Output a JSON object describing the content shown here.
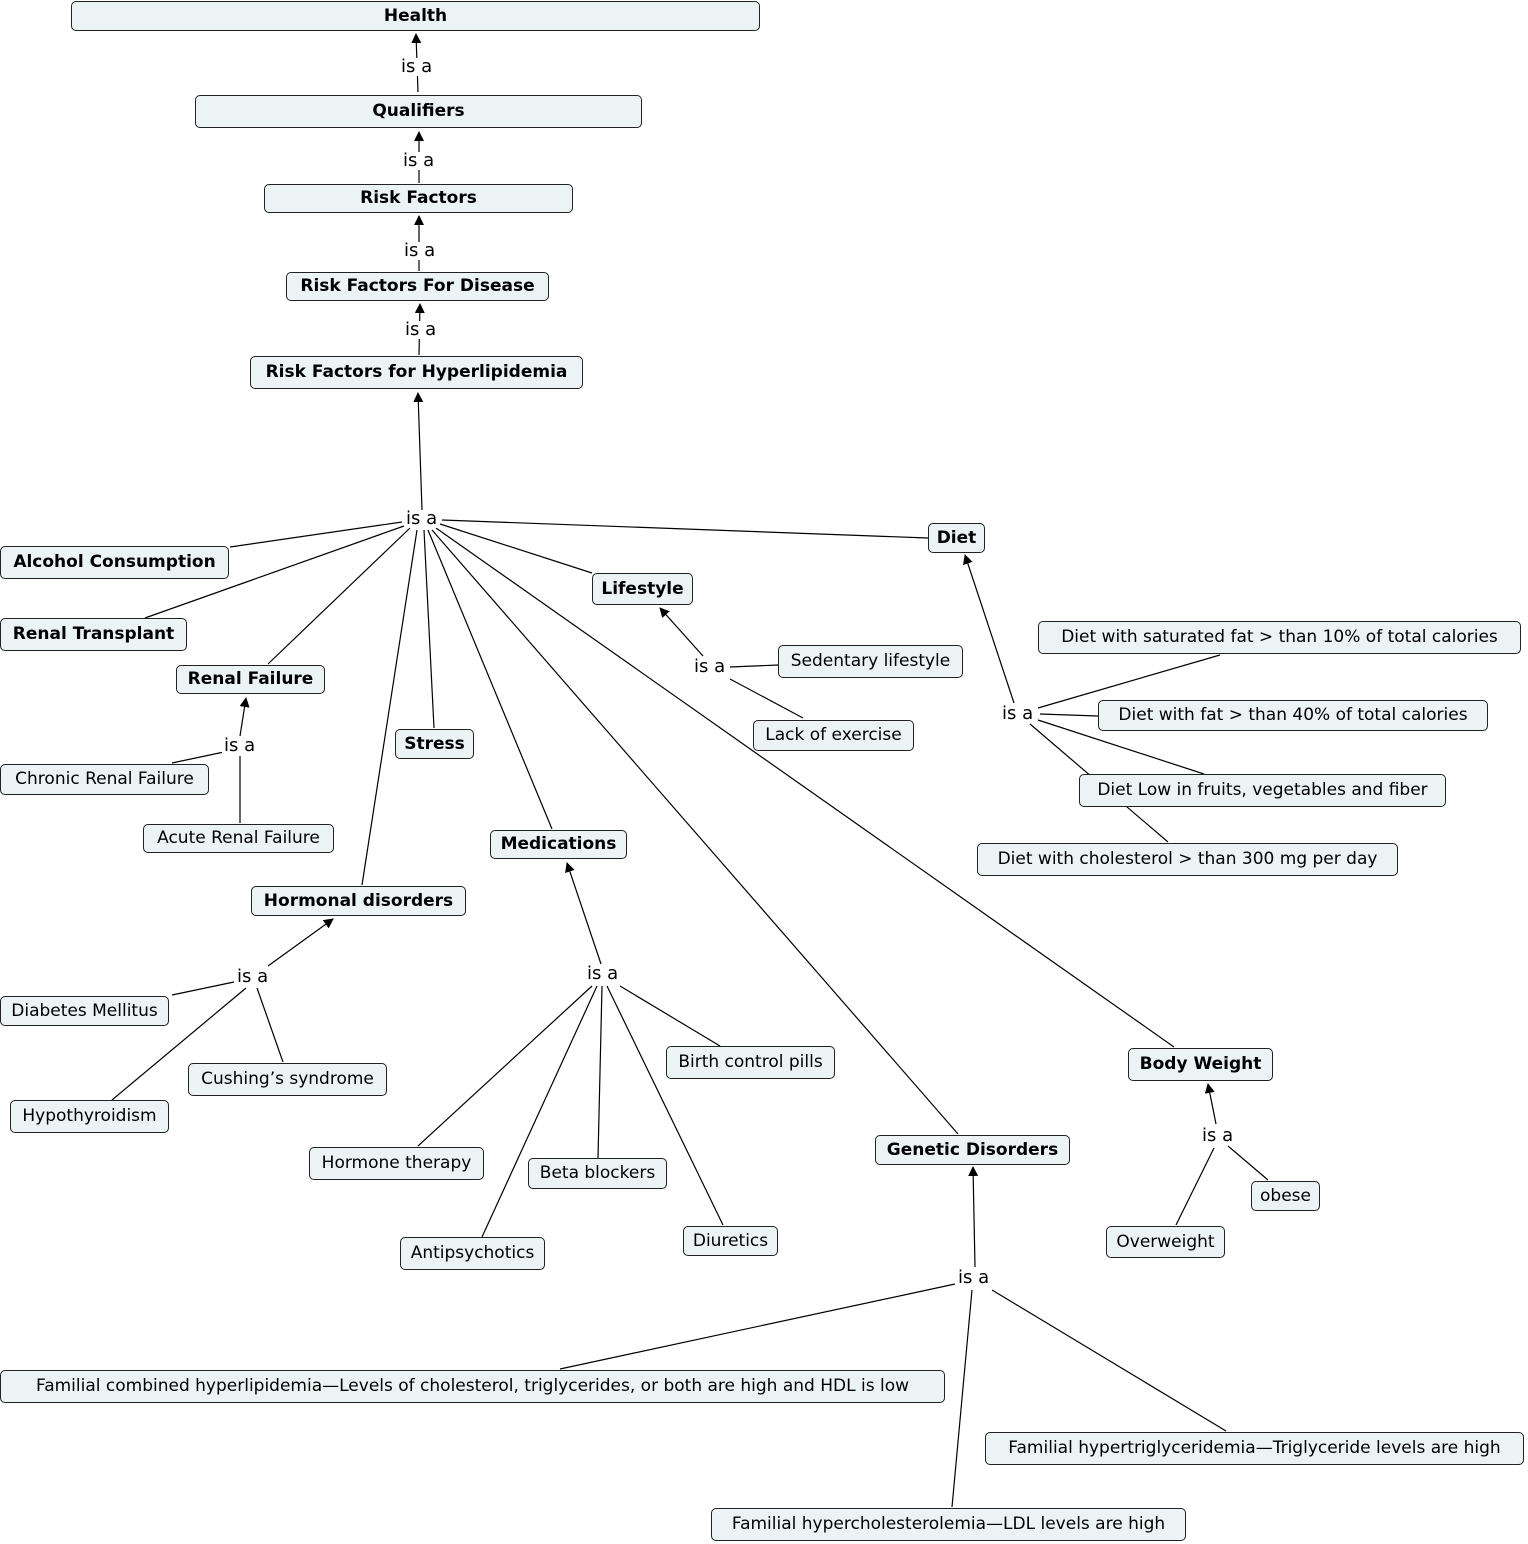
{
  "link_label": "is a",
  "colors": {
    "node_fill": "#ebf3f5",
    "node_border": "#222222",
    "line": "#000000"
  },
  "nodes": {
    "health": "Health",
    "qualifiers": "Qualifiers",
    "risk_factors": "Risk Factors",
    "risk_factors_disease": "Risk Factors For Disease",
    "risk_factors_hyper": "Risk Factors for Hyperlipidemia",
    "alcohol": "Alcohol Consumption",
    "renal_transplant": "Renal Transplant",
    "renal_failure": "Renal Failure",
    "chronic_renal": "Chronic Renal Failure",
    "acute_renal": "Acute Renal Failure",
    "stress": "Stress",
    "lifestyle": "Lifestyle",
    "sedentary": "Sedentary lifestyle",
    "lack_exercise": "Lack of exercise",
    "diet": "Diet",
    "diet_sat": "Diet with saturated fat > than 10% of total calories",
    "diet_fat": "Diet with fat > than 40% of total calories",
    "diet_low": "Diet Low in fruits, vegetables and fiber",
    "diet_chol": "Diet with cholesterol > than 300 mg per day",
    "medications": "Medications",
    "hormonal": "Hormonal disorders",
    "diabetes": "Diabetes Mellitus",
    "cushings": "Cushing’s syndrome",
    "hypothyroidism": "Hypothyroidism",
    "birth_control": "Birth control pills",
    "hormone_therapy": "Hormone therapy",
    "beta_blockers": "Beta blockers",
    "antipsychotics": "Antipsychotics",
    "diuretics": "Diuretics",
    "genetic": "Genetic Disorders",
    "body_weight": "Body Weight",
    "obese": "obese",
    "overweight": "Overweight",
    "fam_combined": "Familial combined hyperlipidemia—Levels of cholesterol, triglycerides, or both are high and HDL is low",
    "fam_hypertri": "Familial hypertriglyceridemia—Triglyceride levels are high",
    "fam_hyperchol": "Familial hypercholesterolemia—LDL levels are high"
  }
}
